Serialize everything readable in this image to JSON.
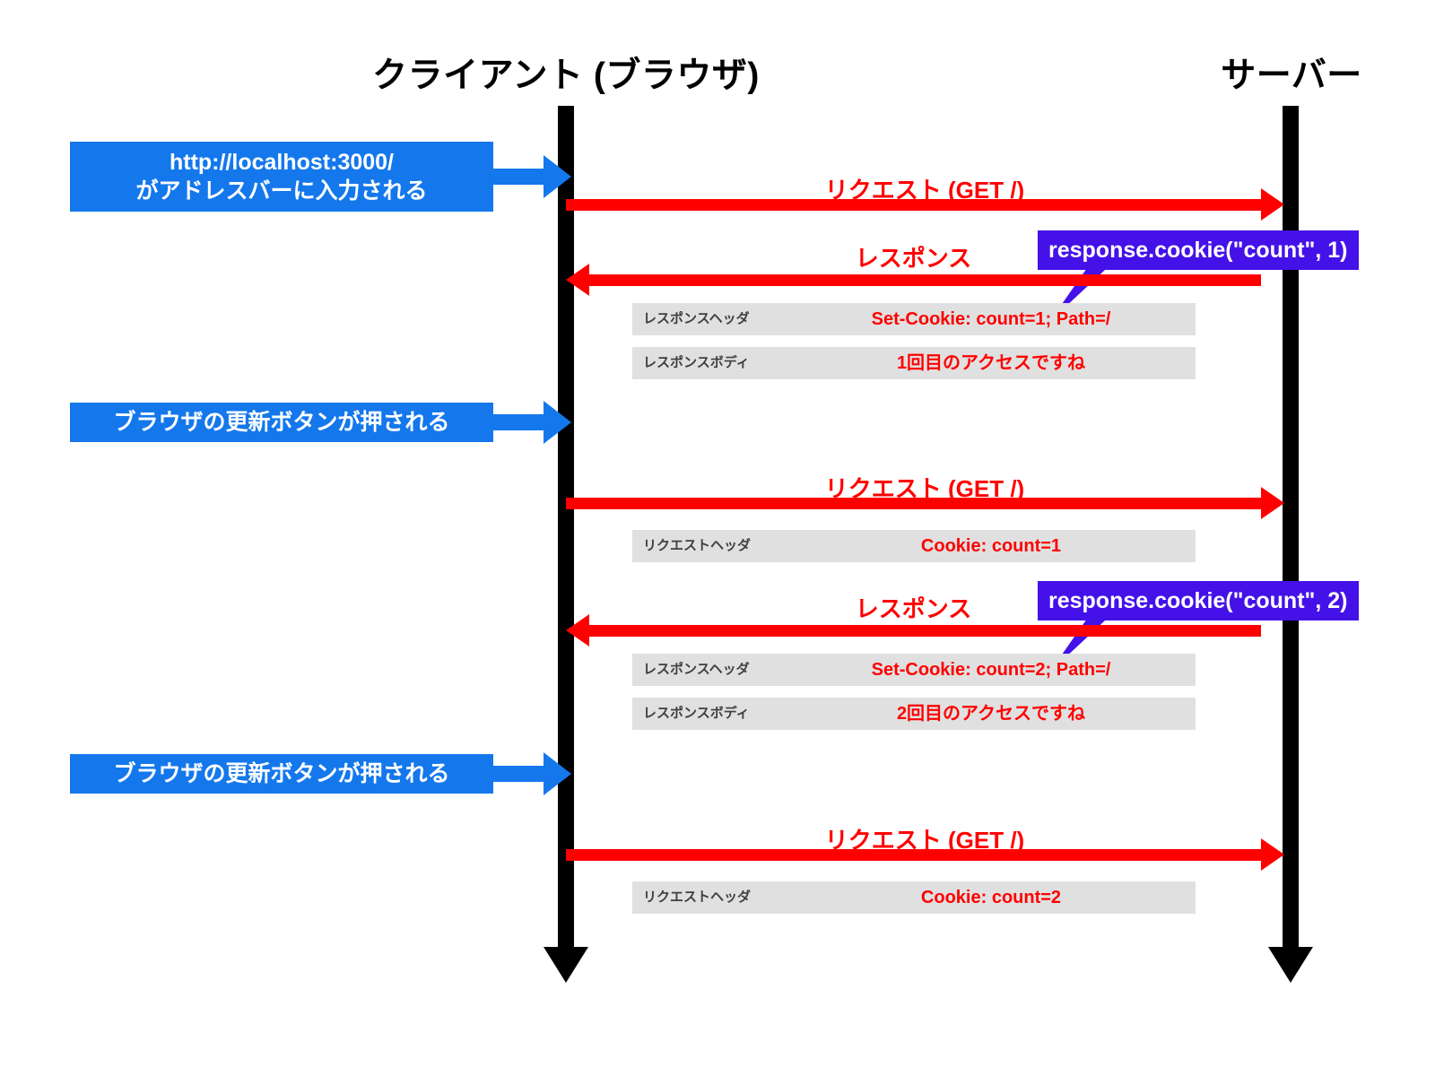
{
  "diagram": {
    "title_client": "クライアント (ブラウザ)",
    "title_server": "サーバー",
    "colors": {
      "lifeline": "#000000",
      "message": "#ff0000",
      "event": "#1478ec",
      "callout": "#4411e8",
      "detail_row": "#e0e0e0",
      "detail_key": "#3f3f3f"
    }
  },
  "events": [
    {
      "line1": "http://localhost:3000/",
      "line2": "がアドレスバーに入力される"
    },
    {
      "line1": "ブラウザの更新ボタンが押される",
      "line2": ""
    },
    {
      "line1": "ブラウザの更新ボタンが押される",
      "line2": ""
    }
  ],
  "messages": [
    {
      "label": "リクエスト (GET /)",
      "direction": "right"
    },
    {
      "label": "レスポンス",
      "direction": "left"
    },
    {
      "label": "リクエスト (GET /)",
      "direction": "right"
    },
    {
      "label": "レスポンス",
      "direction": "left"
    },
    {
      "label": "リクエスト (GET /)",
      "direction": "right"
    }
  ],
  "details": [
    {
      "key": "レスポンスヘッダ",
      "value": "Set-Cookie: count=1; Path=/"
    },
    {
      "key": "レスポンスボディ",
      "value": "1回目のアクセスですね"
    },
    {
      "key": "リクエストヘッダ",
      "value": "Cookie: count=1"
    },
    {
      "key": "レスポンスヘッダ",
      "value": "Set-Cookie: count=2; Path=/"
    },
    {
      "key": "レスポンスボディ",
      "value": "2回目のアクセスですね"
    },
    {
      "key": "リクエストヘッダ",
      "value": "Cookie: count=2"
    }
  ],
  "callouts": [
    {
      "code": "response.cookie(\"count\", 1)"
    },
    {
      "code": "response.cookie(\"count\", 2)"
    }
  ]
}
